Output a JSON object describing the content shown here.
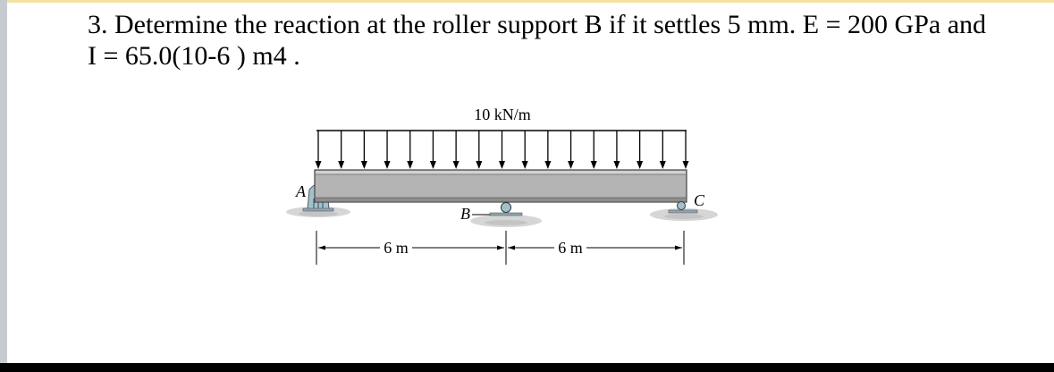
{
  "question": {
    "text": "3. Determine the reaction at the roller support B if it settles 5 mm. E = 200 GPa and I = 65.0(10-6 ) m4 ."
  },
  "figure": {
    "load_label": "10 kN/m",
    "point_a": "A",
    "point_b": "B",
    "point_c": "C",
    "span_1": "6 m",
    "span_2": "6 m"
  },
  "colors": {
    "beam": "#b4b4b4",
    "support": "#9fc3cc",
    "ground": "#d4d4d4"
  }
}
